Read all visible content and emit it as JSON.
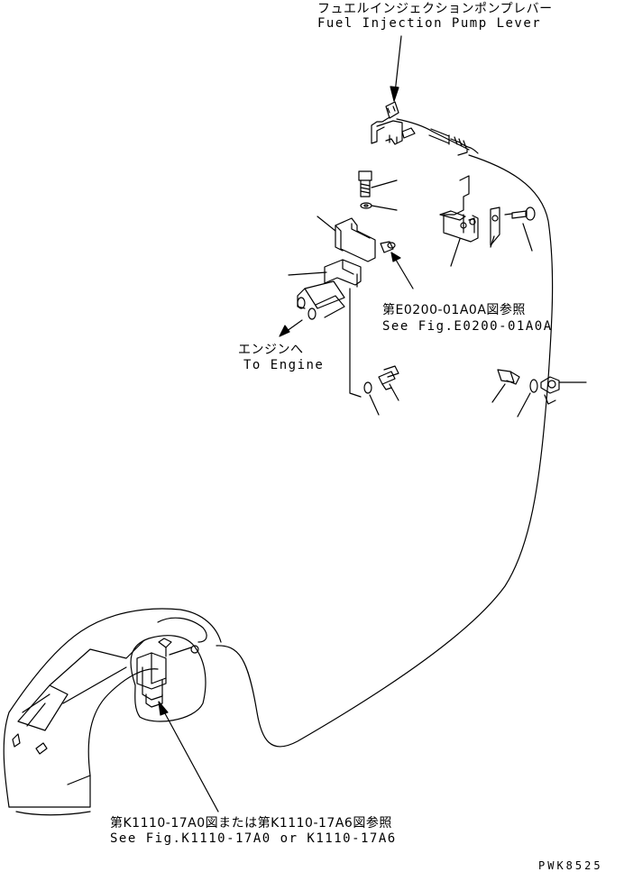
{
  "labels": {
    "pump_lever_jp": "フュエルインジェクションポンプレバー",
    "pump_lever_en": "Fuel Injection Pump Lever",
    "ref_e0200_jp": "第E0200-01A0A図参照",
    "ref_e0200_en": "See Fig.E0200-01A0A",
    "to_engine_jp": "エンジンへ",
    "to_engine_en": "To Engine",
    "ref_k1110_jp": "第K1110-17A0図または第K1110-17A6図参照",
    "ref_k1110_en": "See Fig.K1110-17A0 or K1110-17A6",
    "drawing_code": "PWK8525"
  },
  "colors": {
    "line": "#000000",
    "background": "#ffffff"
  }
}
